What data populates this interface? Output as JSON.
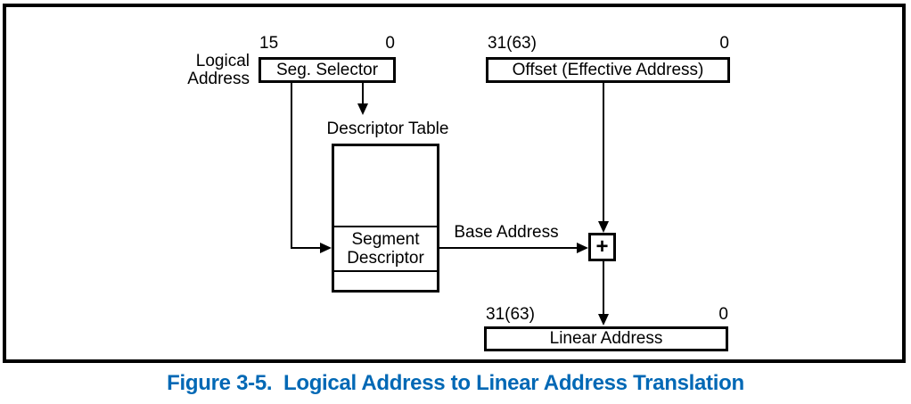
{
  "caption": {
    "text": "Figure 3-5.  Logical Address to Linear Address Translation",
    "color": "#0068B5"
  },
  "colors": {
    "diagram_ink": "#000000",
    "background": "#FFFFFF"
  },
  "diagram": {
    "logical_address": {
      "line1": "Logical",
      "line2": "Address"
    },
    "seg_selector": {
      "bit_high": "15",
      "bit_low": "0",
      "label": "Seg. Selector"
    },
    "offset": {
      "bit_high": "31(63)",
      "bit_low": "0",
      "label": "Offset (Effective Address)"
    },
    "descriptor_table": {
      "title": "Descriptor Table",
      "entry": {
        "line1": "Segment",
        "line2": "Descriptor"
      }
    },
    "base_address_label": "Base Address",
    "plus_symbol": "+",
    "linear_address": {
      "bit_high": "31(63)",
      "bit_low": "0",
      "label": "Linear Address"
    }
  }
}
